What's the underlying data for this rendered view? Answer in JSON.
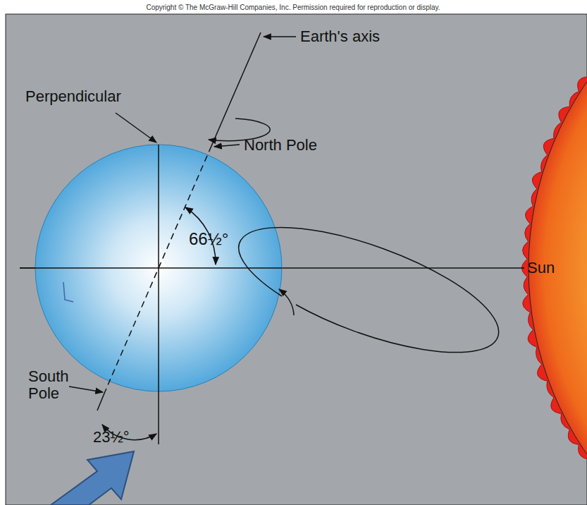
{
  "diagram": {
    "labels": [
      "Copyright © The McGraw-Hill Companies, Inc. Permission required for reproduction or display.",
      "Earth's axis",
      "Perpendicular",
      "North Pole",
      "66½°",
      "Sun",
      "South Pole",
      "23½°"
    ]
  }
}
